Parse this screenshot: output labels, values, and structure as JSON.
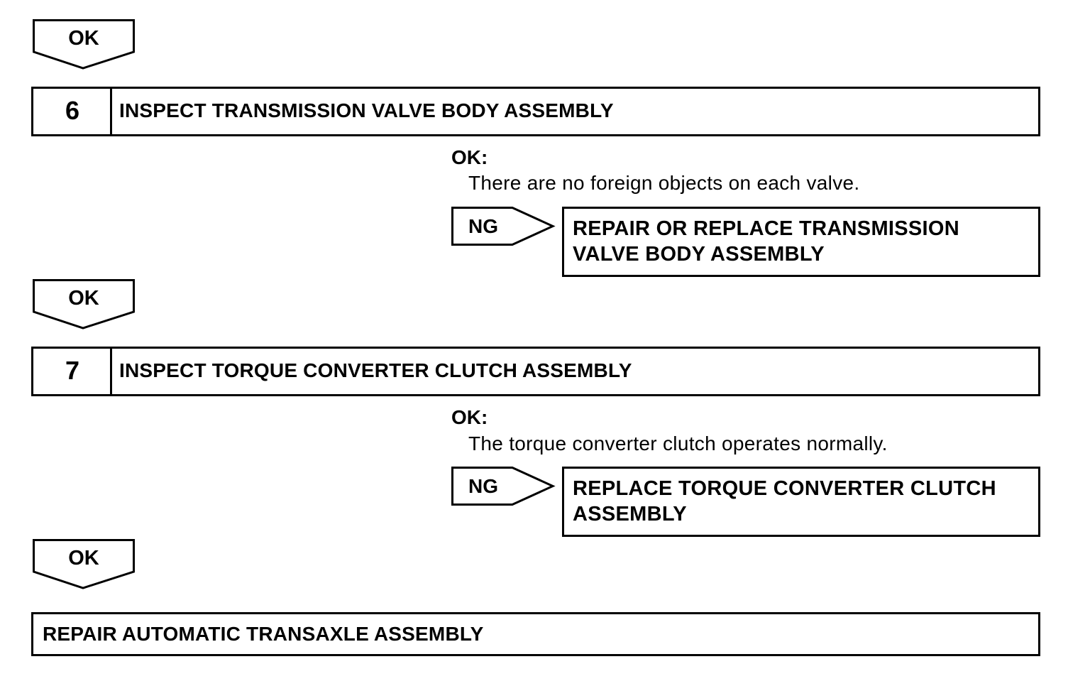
{
  "ok_label": "OK",
  "ng_label": "NG",
  "steps": [
    {
      "number": "6",
      "title": "INSPECT TRANSMISSION VALVE BODY ASSEMBLY",
      "criteria_heading": "OK:",
      "criteria_text": "There are no foreign objects on each valve.",
      "ng_action_line1": "REPAIR OR REPLACE TRANSMISSION",
      "ng_action_line2": "VALVE BODY ASSEMBLY"
    },
    {
      "number": "7",
      "title": "INSPECT TORQUE CONVERTER CLUTCH ASSEMBLY",
      "criteria_heading": "OK:",
      "criteria_text": "The torque converter clutch operates normally.",
      "ng_action_line1": "REPLACE TORQUE CONVERTER CLUTCH",
      "ng_action_line2": "ASSEMBLY"
    }
  ],
  "final_action": "REPAIR AUTOMATIC TRANSAXLE ASSEMBLY"
}
